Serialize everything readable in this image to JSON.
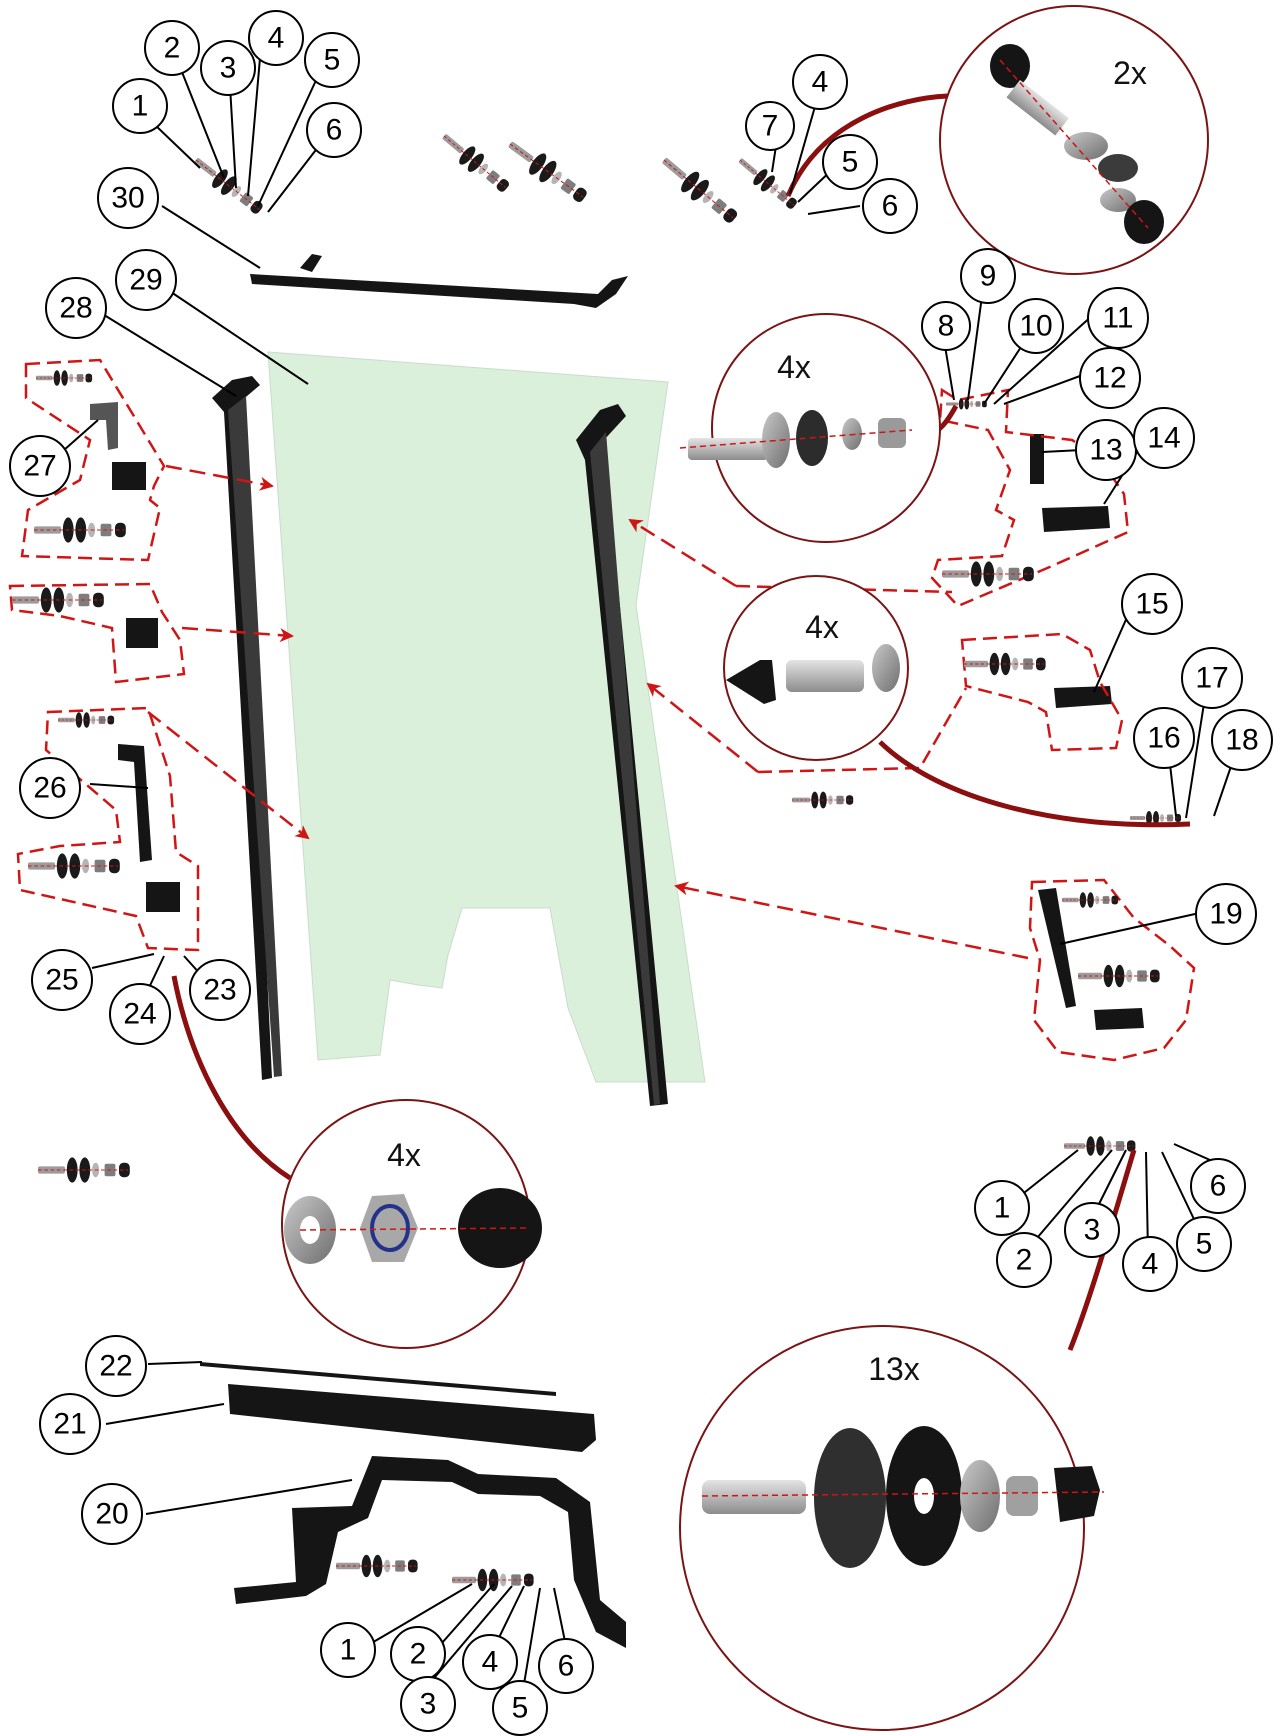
{
  "colors": {
    "glass": "#daf0db",
    "dashed_outline": "#d01515",
    "zoom_ring": "#8b0f0f",
    "parts": "#151515"
  },
  "callouts": {
    "top_left": [
      "1",
      "2",
      "3",
      "4",
      "5",
      "6",
      "30"
    ],
    "top_right": [
      "7",
      "4",
      "5",
      "6"
    ],
    "left_panel": [
      "29",
      "28",
      "27",
      "26",
      "25",
      "24",
      "23"
    ],
    "right_upper": [
      "8",
      "9",
      "10",
      "11",
      "12",
      "13",
      "14"
    ],
    "right_middle": [
      "15",
      "16",
      "17",
      "18"
    ],
    "right_lower": [
      "19"
    ],
    "right_bottom": [
      "1",
      "2",
      "3",
      "4",
      "5",
      "6"
    ],
    "bottom_left": [
      "22",
      "21",
      "20"
    ],
    "bottom_center": [
      "1",
      "2",
      "3",
      "4",
      "5",
      "6"
    ]
  },
  "zoom_views": {
    "top_right_qty": "2x",
    "upper_right_qty": "4x",
    "middle_right_qty": "4x",
    "lower_left_qty": "4x",
    "bottom_right_qty": "13x"
  },
  "icons": [
    "bolt-icon",
    "washer-icon",
    "nut-icon",
    "cap-nut-icon",
    "bracket-icon"
  ]
}
